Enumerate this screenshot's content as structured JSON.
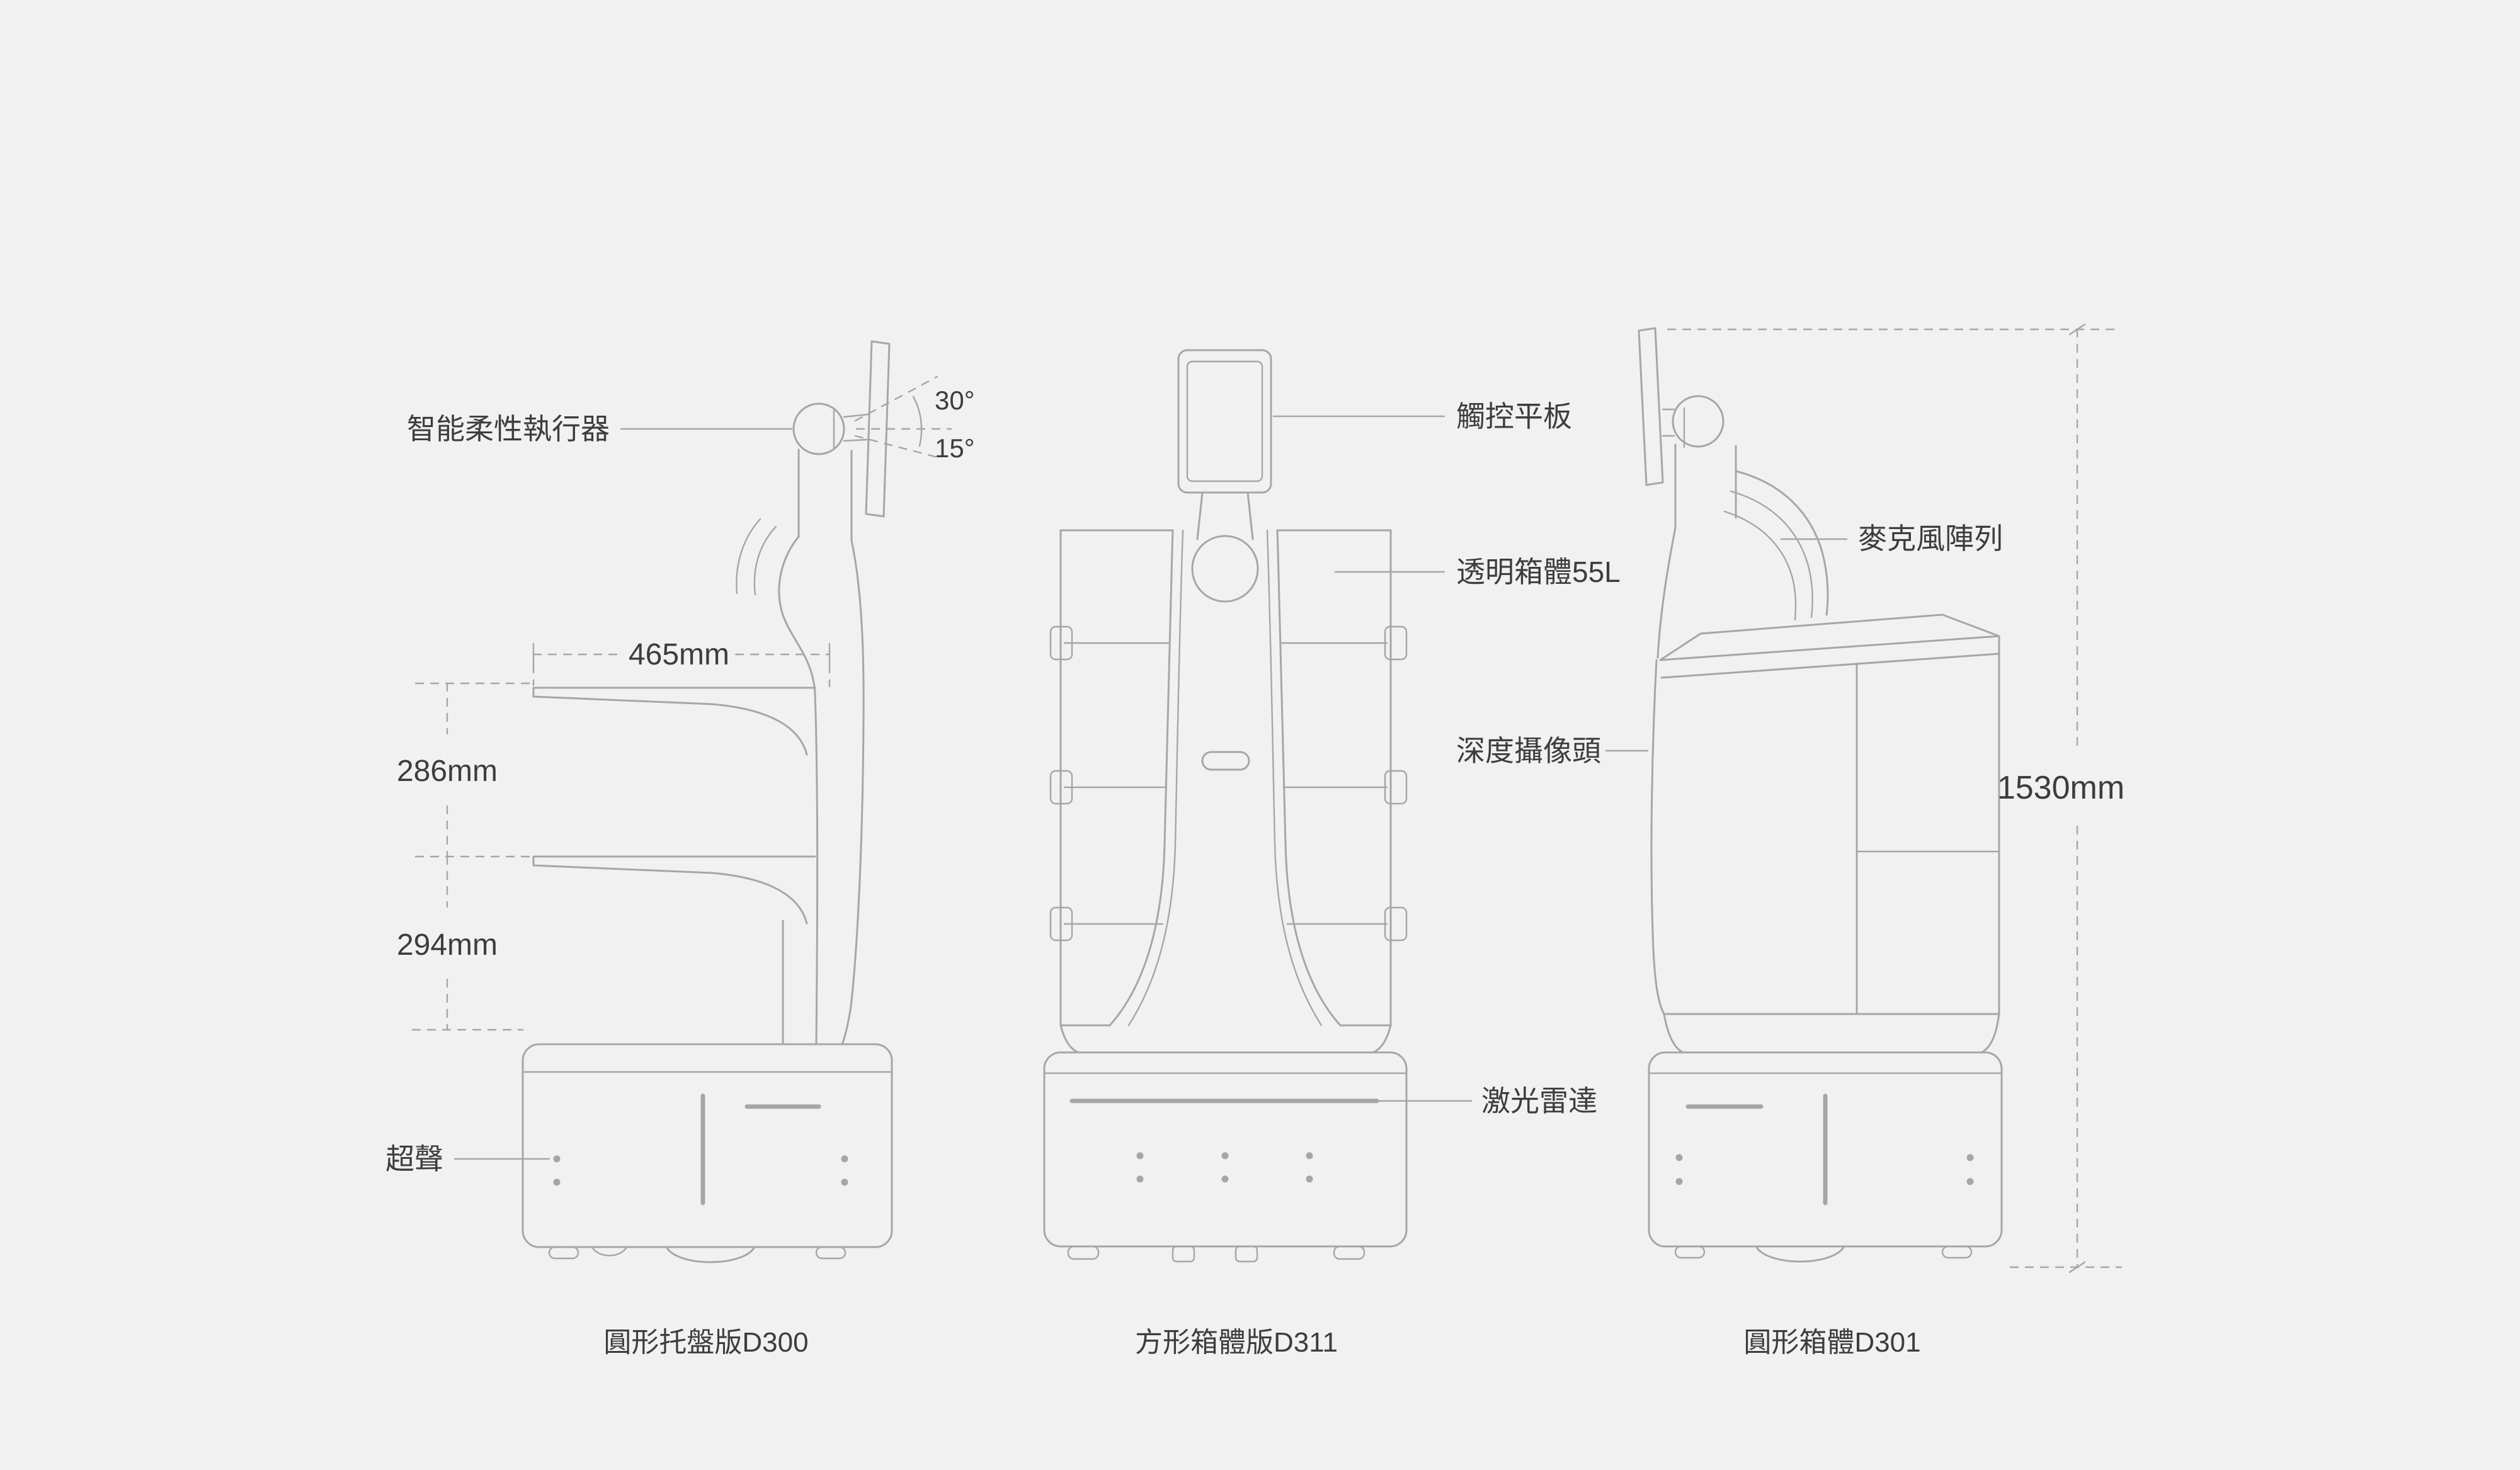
{
  "colors": {
    "background": "#f1f1f1",
    "line": "#a6a6a6",
    "text": "#3d3d3d"
  },
  "labels": {
    "actuator": "智能柔性執行器",
    "tilt_up": "30°",
    "tilt_down": "15°",
    "tray_width": "465mm",
    "tray_gap_upper": "286mm",
    "tray_gap_lower": "294mm",
    "ultrasonic": "超聲",
    "touch_tablet": "觸控平板",
    "transparent_box": "透明箱體55L",
    "depth_camera": "深度攝像頭",
    "lidar": "激光雷達",
    "mic_array": "麥克風陣列",
    "total_height": "1530mm"
  },
  "captions": {
    "d300": "圓形托盤版D300",
    "d311": "方形箱體版D311",
    "d301": "圓形箱體D301"
  }
}
